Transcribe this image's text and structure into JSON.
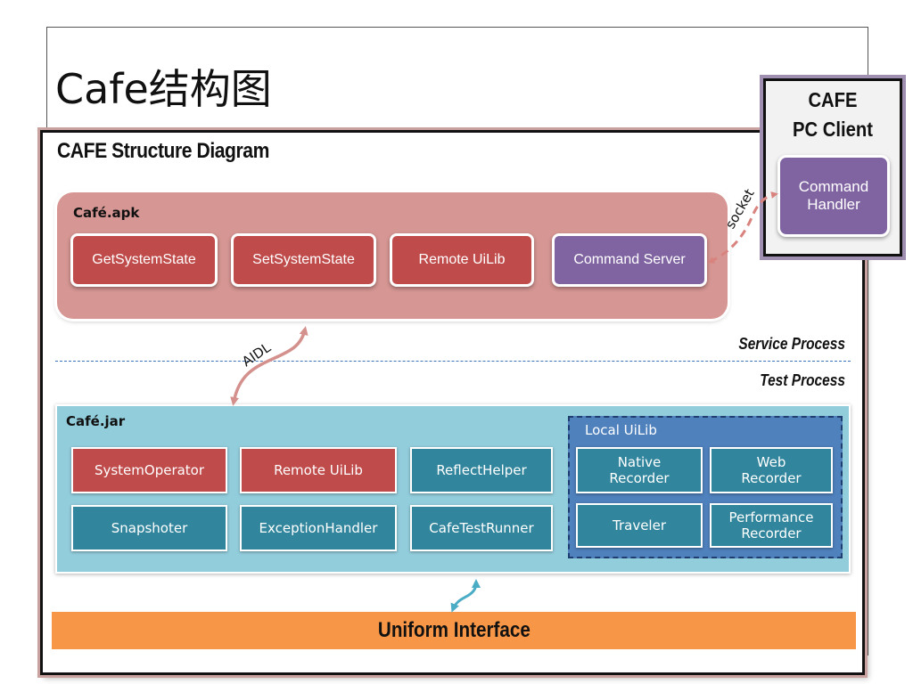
{
  "slide": {
    "title": "Cafe结构图"
  },
  "diagram": {
    "title": "CAFE Structure Diagram",
    "apk": {
      "label": "Café.apk",
      "modules": {
        "get_system_state": "GetSystemState",
        "set_system_state": "SetSystemState",
        "remote_uilib": "Remote UiLib",
        "command_server": "Command Server"
      }
    },
    "pc_client": {
      "title_line1": "CAFE",
      "title_line2": "PC Client",
      "command_handler_line1": "Command",
      "command_handler_line2": "Handler"
    },
    "connectors": {
      "socket": "socket",
      "aidl": "AIDL"
    },
    "process": {
      "service": "Service Process",
      "test": "Test Process"
    },
    "jar": {
      "label": "Café.jar",
      "modules": {
        "system_operator": "SystemOperator",
        "remote_uilib": "Remote UiLib",
        "reflect_helper": "ReflectHelper",
        "snapshoter": "Snapshoter",
        "exception_handler": "ExceptionHandler",
        "cafe_test_runner": "CafeTestRunner"
      },
      "local_uilib": {
        "label": "Local UiLib",
        "native_line1": "Native",
        "native_line2": "Recorder",
        "web_line1": "Web",
        "web_line2": "Recorder",
        "traveler": "Traveler",
        "performance_line1": "Performance",
        "performance_line2": "Recorder"
      }
    },
    "uniform_interface": "Uniform Interface"
  },
  "colors": {
    "apk_group": "#d69693",
    "module_red": "#c04b4b",
    "module_purple": "#8064a2",
    "jar_group": "#92cddc",
    "module_teal": "#31859c",
    "local_uilib": "#4f81bd",
    "uniform_interface": "#f79646"
  }
}
